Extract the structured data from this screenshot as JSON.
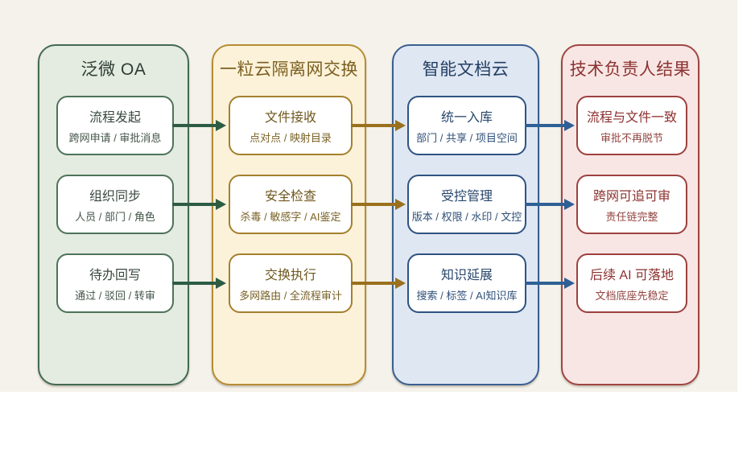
{
  "canvas": {
    "background": "#ffffff",
    "band_color": "#f4f2ea"
  },
  "columns": [
    {
      "id": "fanwei-oa",
      "title": "泛微 OA",
      "fill": "#e4ebe1",
      "accent": "#436a50",
      "boxes": [
        {
          "title": "流程发起",
          "subtitle": "跨网申请 / 审批消息"
        },
        {
          "title": "组织同步",
          "subtitle": "人员 / 部门 / 角色"
        },
        {
          "title": "待办回写",
          "subtitle": "通过 / 驳回 / 转审"
        }
      ]
    },
    {
      "id": "yiliyun-isolated-network-exchange",
      "title": "一粒云隔离网交换",
      "fill": "#fcf2d9",
      "accent": "#b68c34",
      "boxes": [
        {
          "title": "文件接收",
          "subtitle": "点对点 / 映射目录"
        },
        {
          "title": "安全检查",
          "subtitle": "杀毒 / 敏感字 / AI鉴定"
        },
        {
          "title": "交换执行",
          "subtitle": "多网路由 / 全流程审计"
        }
      ]
    },
    {
      "id": "smart-document-cloud",
      "title": "智能文档云",
      "fill": "#dfe7f3",
      "accent": "#3a5f90",
      "boxes": [
        {
          "title": "统一入库",
          "subtitle": "部门 / 共享 / 项目空间"
        },
        {
          "title": "受控管理",
          "subtitle": "版本 / 权限 / 水印 / 文控"
        },
        {
          "title": "知识延展",
          "subtitle": "搜索 / 标签 / AI知识库"
        }
      ]
    },
    {
      "id": "tech-lead-results",
      "title": "技术负责人结果",
      "fill": "#f8e6e4",
      "accent": "#a04543",
      "boxes": [
        {
          "title": "流程与文件一致",
          "subtitle": "审批不再脱节"
        },
        {
          "title": "跨网可追可审",
          "subtitle": "责任链完整"
        },
        {
          "title": "后续 AI 可落地",
          "subtitle": "文档底座先稳定"
        }
      ]
    }
  ],
  "arrows": {
    "oa_to_exchange": {
      "color": "#2d5c44",
      "rows": 3
    },
    "exchange_to_doc_cloud": {
      "color": "#9a701d",
      "rows": 3
    },
    "doc_cloud_to_results": {
      "color": "#2e6095",
      "rows": 3
    }
  }
}
